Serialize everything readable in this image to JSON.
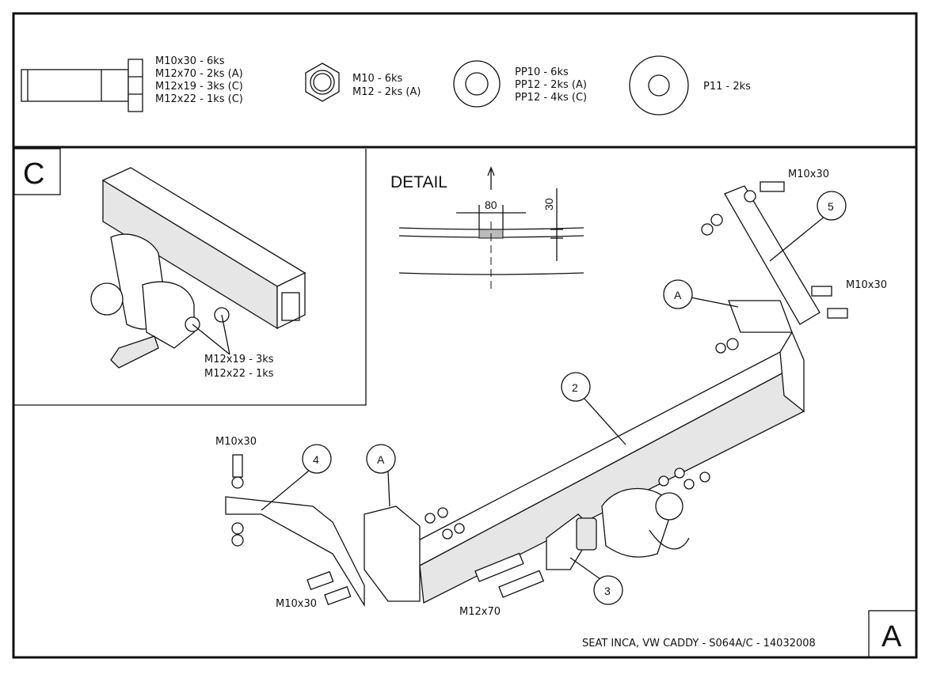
{
  "parts_list": {
    "bolts": [
      "M10x30 - 6ks",
      "M12x70 - 2ks (A)",
      "M12x19 - 3ks (C)",
      "M12x22 - 1ks (C)"
    ],
    "nuts": [
      "M10 - 6ks",
      "M12 - 2ks (A)"
    ],
    "washers": [
      "PP10 - 6ks",
      "PP12 - 2ks (A)",
      "PP12 - 4ks (C)"
    ],
    "large_washer": [
      "P11 - 2ks"
    ]
  },
  "view_c": {
    "label": "C",
    "bolt_labels": [
      "M12x19 - 3ks",
      "M12x22 - 1ks"
    ]
  },
  "detail": {
    "title": "DETAIL",
    "width_dim": "80",
    "height_dim": "30"
  },
  "main_view": {
    "callouts": [
      "5",
      "A",
      "2",
      "4",
      "A",
      "3"
    ],
    "bolt_labels": {
      "top_right_1": "M10x30",
      "top_right_2": "M10x30",
      "left_top": "M10x30",
      "left_bottom": "M10x30",
      "center": "M12x70"
    }
  },
  "title_block": {
    "caption": "SEAT INCA, VW CADDY - S064A/C - 14032008",
    "sheet_label": "A"
  }
}
